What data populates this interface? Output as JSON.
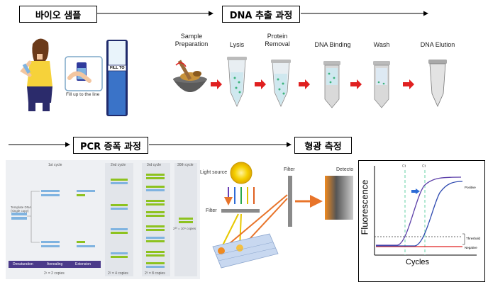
{
  "titles": {
    "bio_sample": "바이오 샘플",
    "dna_extraction": "DNA 추출 과정",
    "pcr": "PCR 증폭 과정",
    "fluorescence": "형광 측정"
  },
  "extraction_stages": [
    {
      "label": "Sample\nPreparation"
    },
    {
      "label": "Lysis"
    },
    {
      "label": "Protein\nRemoval"
    },
    {
      "label": "DNA Binding"
    },
    {
      "label": "Wash"
    },
    {
      "label": "DNA Elution"
    }
  ],
  "sample": {
    "instruction": "Fill up to the line",
    "tube_label": "FILL TO"
  },
  "pcr_diagram": {
    "cycles": [
      "1st cycle",
      "2nd cycle",
      "3rd cycle",
      "30th cycle"
    ],
    "template": "Template DNA\n(single copy)",
    "steps": [
      "Denaturation",
      "Annealing",
      "Extension"
    ],
    "copies": [
      "2¹ = 2 copies",
      "2² = 4 copies",
      "2³ = 8 copies",
      "2³⁰ = 10⁹ copies"
    ]
  },
  "optics": {
    "light_source": "Light source",
    "filter1": "Filter",
    "filter2": "Filter",
    "detector": "Detecto"
  },
  "amplification_chart": {
    "ylabel": "Fluorescence",
    "xlabel": "Cycles",
    "ct_left": "Ct",
    "ct_right": "Ct",
    "positive": "Positive",
    "threshold": "Threshold",
    "negative": "Negative"
  },
  "colors": {
    "arrow_red": "#e02020",
    "pcr_green": "#8dc21f",
    "pcr_blue": "#7fb3e0",
    "purple": "#5b3ea8",
    "ct_green": "#7fd8b4"
  }
}
